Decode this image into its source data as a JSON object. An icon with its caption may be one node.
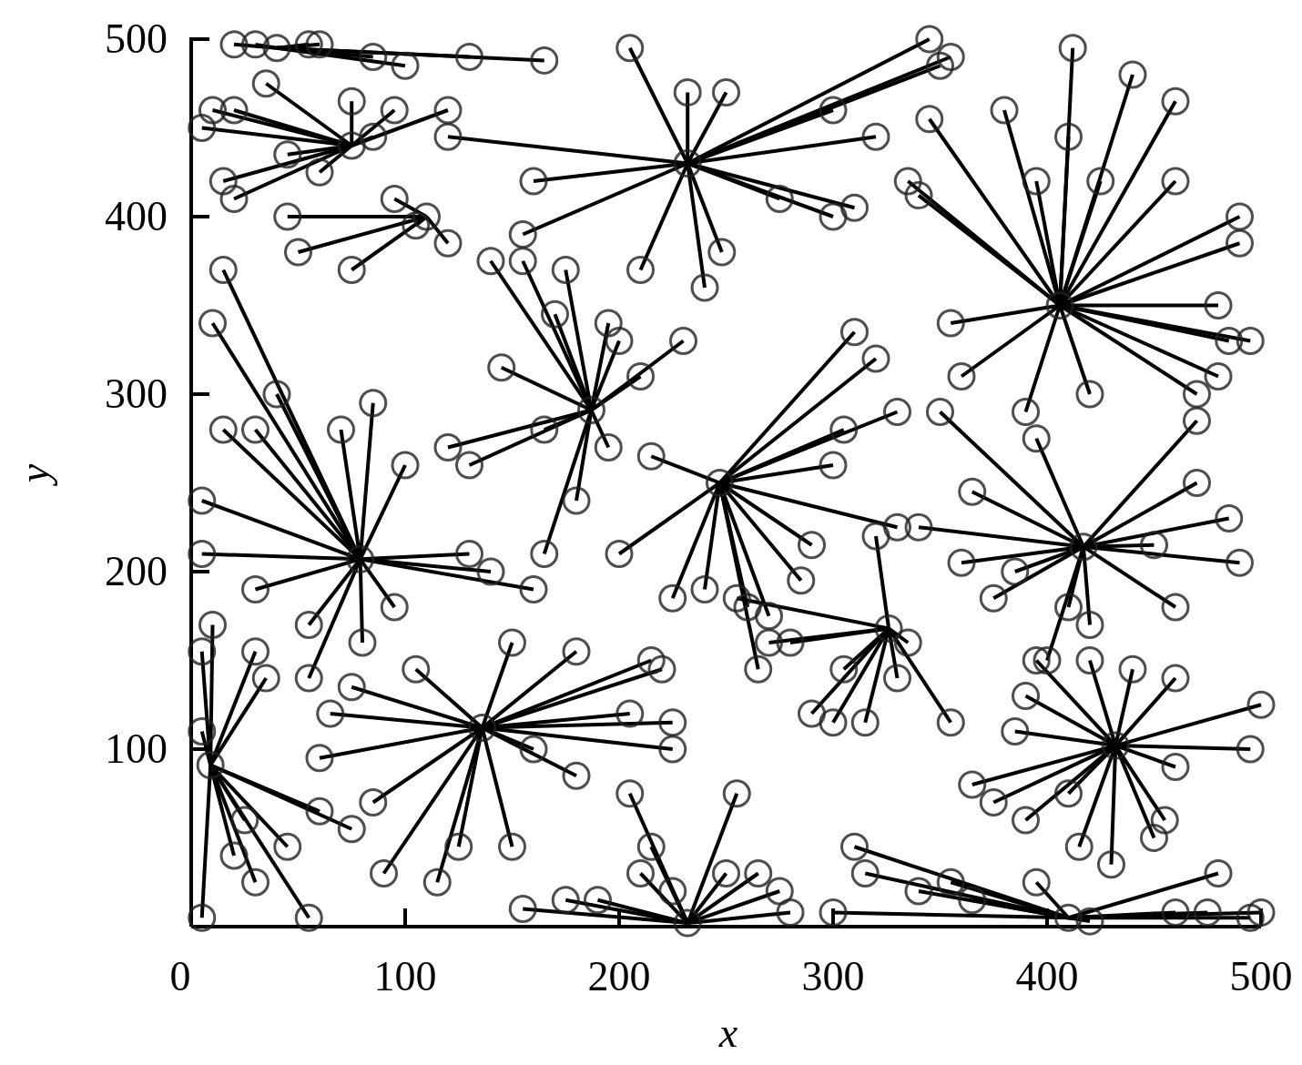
{
  "diagram": {
    "chart_data": {
      "type": "scatter",
      "xlabel": "x",
      "ylabel": "y",
      "xlim": [
        0,
        500
      ],
      "ylim": [
        0,
        500
      ],
      "xticks": [
        0,
        100,
        200,
        300,
        400,
        500
      ],
      "yticks": [
        100,
        200,
        300,
        400,
        500
      ],
      "series": [
        {
          "x": [
            232,
            205,
            232,
            250,
            345,
            355,
            300,
            320,
            310,
            300,
            248,
            240,
            210,
            155,
            160,
            120,
            275,
            350
          ],
          "values": [
            430,
            495,
            470,
            470,
            500,
            490,
            460,
            445,
            405,
            400,
            380,
            360,
            370,
            390,
            420,
            445,
            410,
            485
          ]
        },
        {
          "x": [
            406,
            412,
            440,
            460,
            380,
            345,
            395,
            410,
            425,
            460,
            335,
            340,
            490,
            490,
            485,
            480,
            470,
            420,
            390,
            355,
            360,
            495,
            480
          ],
          "values": [
            350,
            495,
            480,
            465,
            460,
            455,
            420,
            445,
            420,
            420,
            420,
            412,
            400,
            385,
            330,
            310,
            300,
            300,
            290,
            340,
            310,
            330,
            350
          ]
        },
        {
          "x": [
            187,
            140,
            155,
            175,
            170,
            195,
            145,
            200,
            120,
            130,
            165,
            230,
            195,
            180,
            165,
            210
          ],
          "values": [
            291,
            375,
            375,
            370,
            345,
            340,
            315,
            330,
            270,
            260,
            280,
            330,
            270,
            240,
            210,
            310
          ]
        },
        {
          "x": [
            79,
            10,
            15,
            30,
            15,
            5,
            5,
            40,
            70,
            55,
            30,
            95,
            130,
            160,
            80,
            85,
            100,
            140,
            55
          ],
          "values": [
            207,
            340,
            370,
            280,
            280,
            240,
            210,
            300,
            280,
            170,
            190,
            180,
            210,
            190,
            160,
            295,
            260,
            200,
            140
          ]
        },
        {
          "x": [
            247,
            200,
            215,
            260,
            285,
            270,
            300,
            330,
            320,
            310,
            305,
            225,
            265,
            290,
            330,
            240
          ],
          "values": [
            250,
            210,
            265,
            180,
            195,
            175,
            260,
            290,
            320,
            335,
            280,
            185,
            145,
            215,
            225,
            190
          ]
        },
        {
          "x": [
            417,
            350,
            365,
            360,
            340,
            375,
            385,
            410,
            420,
            470,
            470,
            485,
            490,
            460,
            395,
            450,
            400
          ],
          "values": [
            214,
            290,
            245,
            205,
            225,
            185,
            200,
            180,
            170,
            285,
            250,
            230,
            205,
            180,
            275,
            215,
            150
          ]
        },
        {
          "x": [
            136,
            75,
            65,
            105,
            150,
            180,
            220,
            215,
            225,
            225,
            205,
            180,
            150,
            125,
            115,
            90,
            85,
            60,
            160
          ],
          "values": [
            112,
            135,
            120,
            145,
            160,
            155,
            145,
            150,
            115,
            100,
            120,
            85,
            45,
            45,
            25,
            30,
            70,
            95,
            100
          ]
        },
        {
          "x": [
            9,
            5,
            10,
            30,
            35,
            5,
            20,
            30,
            45,
            60,
            75,
            55,
            5,
            25
          ],
          "values": [
            91,
            155,
            170,
            155,
            140,
            110,
            40,
            25,
            45,
            65,
            55,
            5,
            5,
            60
          ]
        },
        {
          "x": [
            432,
            385,
            390,
            395,
            420,
            440,
            460,
            500,
            495,
            365,
            375,
            390,
            415,
            430,
            450,
            455,
            410,
            460
          ],
          "values": [
            102,
            110,
            130,
            150,
            150,
            145,
            140,
            125,
            100,
            80,
            70,
            60,
            45,
            35,
            50,
            60,
            75,
            90
          ]
        },
        {
          "x": [
            232,
            155,
            175,
            190,
            210,
            215,
            205,
            255,
            250,
            265,
            275,
            280,
            225
          ],
          "values": [
            2,
            10,
            15,
            15,
            30,
            45,
            75,
            75,
            30,
            30,
            20,
            8,
            20
          ]
        },
        {
          "x": [
            326,
            255,
            270,
            280,
            290,
            300,
            315,
            305,
            330,
            355,
            320,
            335
          ],
          "values": [
            168,
            185,
            160,
            160,
            120,
            115,
            115,
            145,
            140,
            115,
            220,
            160
          ]
        },
        {
          "x": [
            75,
            5,
            10,
            20,
            35,
            15,
            20,
            45,
            60,
            85,
            75,
            95,
            120
          ],
          "values": [
            440,
            450,
            460,
            460,
            475,
            420,
            410,
            435,
            425,
            445,
            465,
            460,
            460
          ]
        },
        {
          "x": [
            40,
            20,
            30,
            55,
            60,
            100,
            130,
            165,
            85
          ],
          "values": [
            495,
            497,
            497,
            497,
            497,
            485,
            490,
            488,
            490
          ]
        },
        {
          "x": [
            110,
            45,
            50,
            75,
            95,
            120,
            105
          ],
          "values": [
            400,
            400,
            380,
            370,
            410,
            385,
            395
          ]
        },
        {
          "x": [
            410,
            310,
            315,
            340,
            355,
            365,
            395,
            300,
            460,
            480,
            495,
            500,
            475,
            420
          ],
          "values": [
            5,
            45,
            30,
            20,
            25,
            15,
            25,
            8,
            8,
            30,
            5,
            8,
            8,
            3
          ]
        }
      ]
    }
  }
}
